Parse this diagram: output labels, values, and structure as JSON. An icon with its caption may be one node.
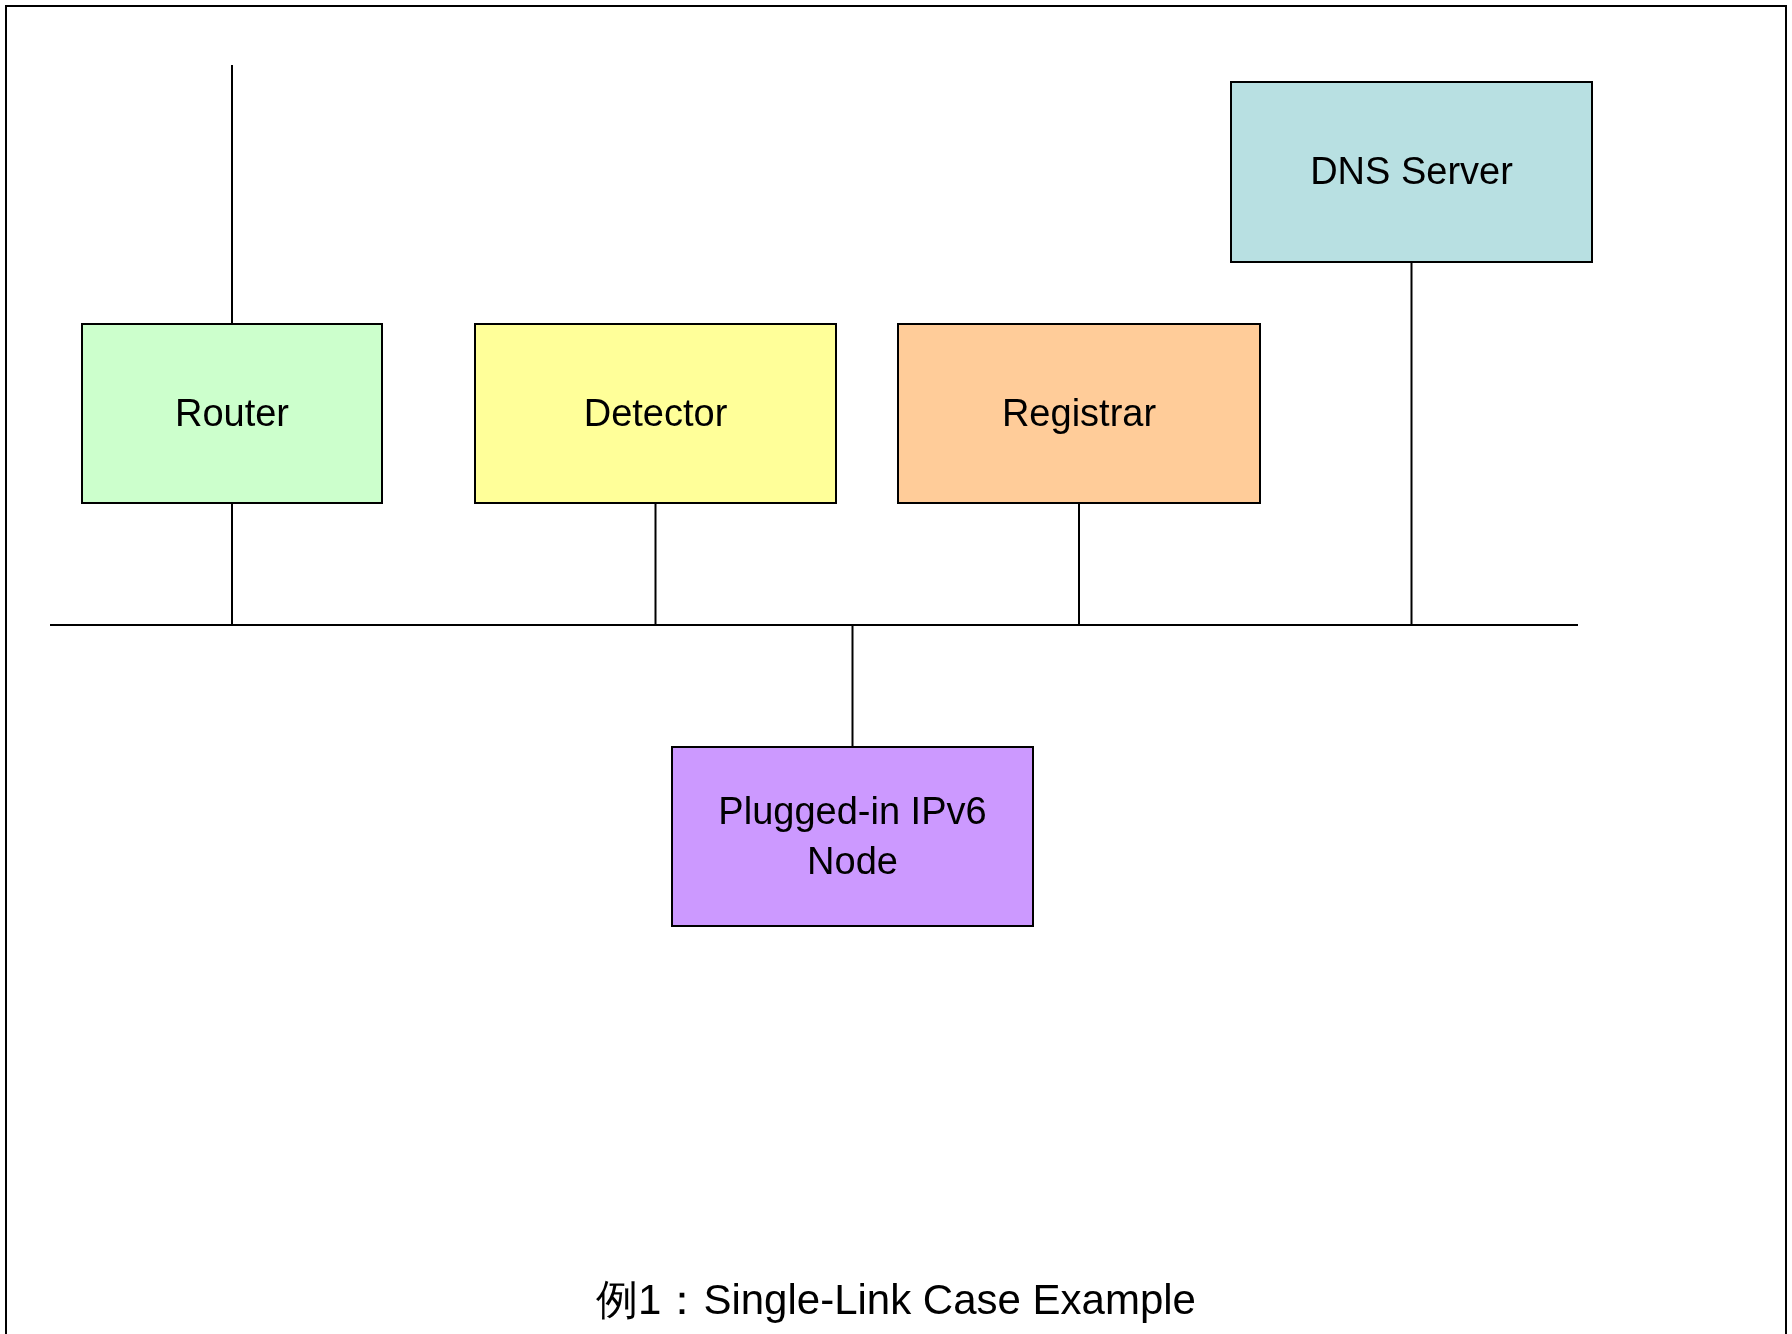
{
  "diagram": {
    "caption": "例1：Single-Link Case Example",
    "nodes": [
      {
        "text": [
          "DNS Server"
        ]
      },
      {
        "text": [
          "Router"
        ]
      },
      {
        "text": [
          "Detector"
        ]
      },
      {
        "text": [
          "Registrar"
        ]
      },
      {
        "text": [],
        "shape": "bar"
      },
      {
        "text": [
          "Plugged-in IPv6 Node"
        ]
      }
    ],
    "edges": [
      {
        "from": null,
        "to": 1,
        "arrow": "none"
      },
      {
        "from": 1,
        "to": 4,
        "arrow": "none"
      },
      {
        "from": 2,
        "to": 4,
        "arrow": "none"
      },
      {
        "from": 3,
        "to": 4,
        "arrow": "none"
      },
      {
        "from": 0,
        "to": 4,
        "arrow": "none"
      },
      {
        "from": 4,
        "to": 5,
        "arrow": "none"
      }
    ]
  }
}
